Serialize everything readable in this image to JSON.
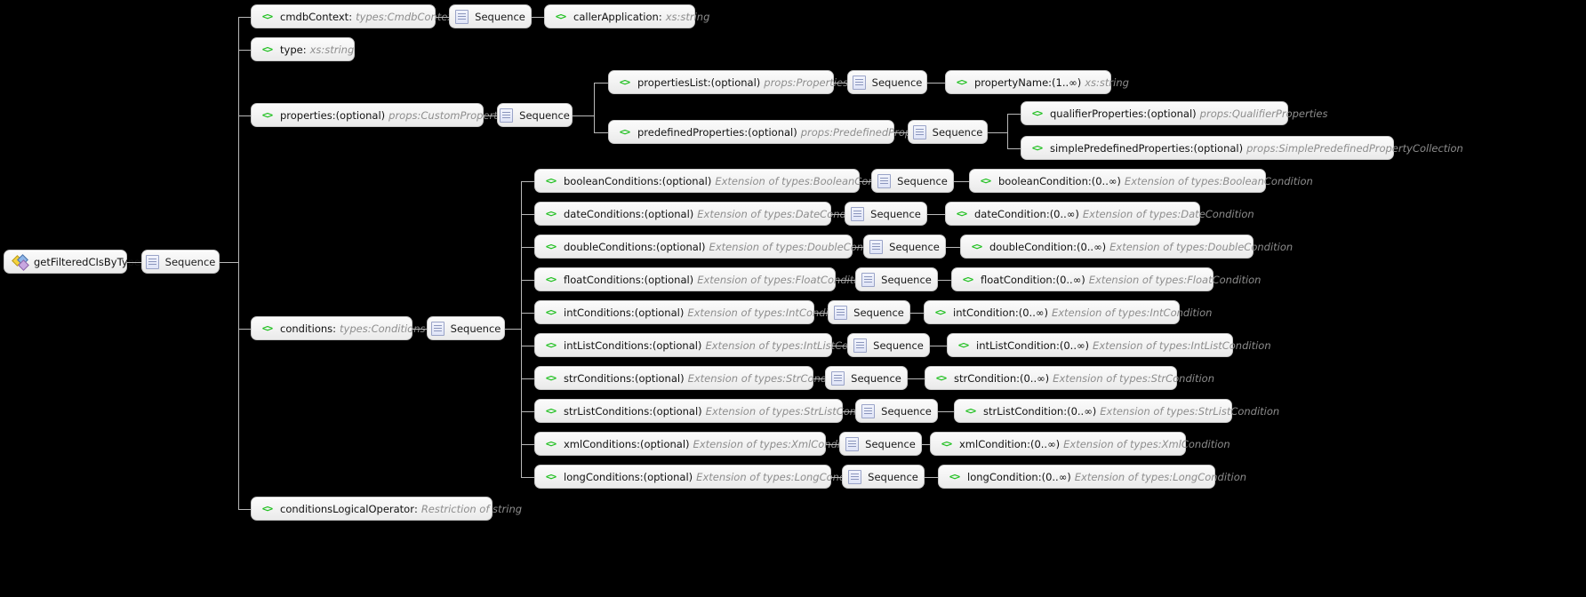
{
  "diagram": {
    "title": "getFilteredCIsByType",
    "type": "xsd-schema-tree",
    "background": "#000000",
    "sequence_label": "Sequence",
    "icons": {
      "element": "element-icon",
      "sequence": "sequence-icon",
      "root": "operation-icon"
    },
    "root": {
      "label": "getFilteredCIsByType",
      "icon": "operation-icon"
    },
    "nodes": {
      "cmdbContext": {
        "name": "cmdbContext",
        "sep": " : ",
        "card": "",
        "type": "types:CmdbContext"
      },
      "callerApplication": {
        "name": "callerApplication",
        "sep": " : ",
        "card": "",
        "type": "xs:string"
      },
      "type": {
        "name": "type",
        "sep": " : ",
        "card": "",
        "type": "xs:string"
      },
      "properties": {
        "name": "properties",
        "sep": " : ",
        "card": "(optional)",
        "type": "props:CustomProperties"
      },
      "propertiesList": {
        "name": "propertiesList",
        "sep": " : ",
        "card": "(optional)",
        "type": "props:PropertiesList"
      },
      "propertyName": {
        "name": "propertyName",
        "sep": " : ",
        "card": "(1..∞)",
        "type": "xs:string"
      },
      "predefinedProperties": {
        "name": "predefinedProperties",
        "sep": " : ",
        "card": "(optional)",
        "type": "props:PredefinedProperties"
      },
      "qualifierProperties": {
        "name": "qualifierProperties",
        "sep": " : ",
        "card": "(optional)",
        "type": "props:QualifierProperties"
      },
      "simplePredefinedProperties": {
        "name": "simplePredefinedProperties",
        "sep": " : ",
        "card": "(optional)",
        "type": "props:SimplePredefinedPropertyCollection"
      },
      "conditions": {
        "name": "conditions",
        "sep": " : ",
        "card": "",
        "type": "types:Conditions"
      },
      "conditionsLogicalOperator": {
        "name": "conditionsLogicalOperator",
        "sep": " : ",
        "card": "",
        "type": "Restriction of string"
      }
    },
    "condition_rows": [
      {
        "parent": {
          "name": "booleanConditions",
          "sep": " : ",
          "card": "(optional)",
          "type": "Extension of types:BooleanConditions"
        },
        "child": {
          "name": "booleanCondition",
          "sep": " : ",
          "card": "(0..∞)",
          "type": "Extension of types:BooleanCondition"
        }
      },
      {
        "parent": {
          "name": "dateConditions",
          "sep": " : ",
          "card": "(optional)",
          "type": "Extension of types:DateConditions"
        },
        "child": {
          "name": "dateCondition",
          "sep": " : ",
          "card": "(0..∞)",
          "type": "Extension of types:DateCondition"
        }
      },
      {
        "parent": {
          "name": "doubleConditions",
          "sep": " : ",
          "card": "(optional)",
          "type": "Extension of types:DoubleConditions"
        },
        "child": {
          "name": "doubleCondition",
          "sep": " : ",
          "card": "(0..∞)",
          "type": "Extension of types:DoubleCondition"
        }
      },
      {
        "parent": {
          "name": "floatConditions",
          "sep": " : ",
          "card": "(optional)",
          "type": "Extension of types:FloatConditions"
        },
        "child": {
          "name": "floatCondition",
          "sep": " : ",
          "card": "(0..∞)",
          "type": "Extension of types:FloatCondition"
        }
      },
      {
        "parent": {
          "name": "intConditions",
          "sep": " : ",
          "card": "(optional)",
          "type": "Extension of types:IntConditions"
        },
        "child": {
          "name": "intCondition",
          "sep": " : ",
          "card": "(0..∞)",
          "type": "Extension of types:IntCondition"
        }
      },
      {
        "parent": {
          "name": "intListConditions",
          "sep": " : ",
          "card": "(optional)",
          "type": "Extension of types:IntListConditions"
        },
        "child": {
          "name": "intListCondition",
          "sep": " : ",
          "card": "(0..∞)",
          "type": "Extension of types:IntListCondition"
        }
      },
      {
        "parent": {
          "name": "strConditions",
          "sep": " : ",
          "card": "(optional)",
          "type": "Extension of types:StrConditions"
        },
        "child": {
          "name": "strCondition",
          "sep": " : ",
          "card": "(0..∞)",
          "type": "Extension of types:StrCondition"
        }
      },
      {
        "parent": {
          "name": "strListConditions",
          "sep": " : ",
          "card": "(optional)",
          "type": "Extension of types:StrListConditions"
        },
        "child": {
          "name": "strListCondition",
          "sep": " : ",
          "card": "(0..∞)",
          "type": "Extension of types:StrListCondition"
        }
      },
      {
        "parent": {
          "name": "xmlConditions",
          "sep": " : ",
          "card": "(optional)",
          "type": "Extension of types:XmlConditions"
        },
        "child": {
          "name": "xmlCondition",
          "sep": " : ",
          "card": "(0..∞)",
          "type": "Extension of types:XmlCondition"
        }
      },
      {
        "parent": {
          "name": "longConditions",
          "sep": " : ",
          "card": "(optional)",
          "type": "Extension of types:LongConditions"
        },
        "child": {
          "name": "longCondition",
          "sep": " : ",
          "card": "(0..∞)",
          "type": "Extension of types:LongCondition"
        }
      }
    ]
  }
}
